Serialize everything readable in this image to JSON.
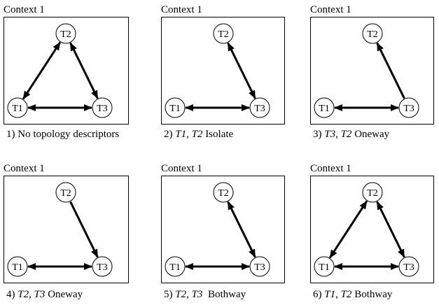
{
  "figure": {
    "panels": [
      {
        "context_label": "Context 1",
        "caption_parts": [
          {
            "text": "1) No topology descriptors",
            "italic": false
          }
        ],
        "nodes": [
          "T1",
          "T2",
          "T3"
        ],
        "edges": [
          {
            "from": "T1",
            "to": "T2",
            "direction": "both"
          },
          {
            "from": "T2",
            "to": "T3",
            "direction": "both"
          },
          {
            "from": "T1",
            "to": "T3",
            "direction": "both"
          }
        ]
      },
      {
        "context_label": "Context 1",
        "caption_parts": [
          {
            "text": "2) ",
            "italic": false
          },
          {
            "text": "T1",
            "italic": true
          },
          {
            "text": ", ",
            "italic": false
          },
          {
            "text": "T2",
            "italic": true
          },
          {
            "text": " Isolate",
            "italic": false
          }
        ],
        "nodes": [
          "T1",
          "T2",
          "T3"
        ],
        "edges": [
          {
            "from": "T2",
            "to": "T3",
            "direction": "both"
          },
          {
            "from": "T1",
            "to": "T3",
            "direction": "both"
          }
        ]
      },
      {
        "context_label": "Context 1",
        "caption_parts": [
          {
            "text": "3) ",
            "italic": false
          },
          {
            "text": "T3",
            "italic": true
          },
          {
            "text": ", ",
            "italic": false
          },
          {
            "text": "T2",
            "italic": true
          },
          {
            "text": " Oneway",
            "italic": false
          }
        ],
        "nodes": [
          "T1",
          "T2",
          "T3"
        ],
        "edges": [
          {
            "from": "T3",
            "to": "T2",
            "direction": "forward"
          },
          {
            "from": "T1",
            "to": "T3",
            "direction": "both"
          }
        ]
      },
      {
        "context_label": "Context 1",
        "caption_parts": [
          {
            "text": "4) ",
            "italic": false
          },
          {
            "text": "T2",
            "italic": true
          },
          {
            "text": ", ",
            "italic": false
          },
          {
            "text": "T3",
            "italic": true
          },
          {
            "text": " Oneway",
            "italic": false
          }
        ],
        "nodes": [
          "T1",
          "T2",
          "T3"
        ],
        "edges": [
          {
            "from": "T2",
            "to": "T3",
            "direction": "forward"
          },
          {
            "from": "T1",
            "to": "T3",
            "direction": "both"
          }
        ]
      },
      {
        "context_label": "Context 1",
        "caption_parts": [
          {
            "text": "5) ",
            "italic": false
          },
          {
            "text": "T2",
            "italic": true
          },
          {
            "text": ", ",
            "italic": false
          },
          {
            "text": "T3",
            "italic": true
          },
          {
            "text": "  Bothway",
            "italic": false
          }
        ],
        "nodes": [
          "T1",
          "T2",
          "T3"
        ],
        "edges": [
          {
            "from": "T2",
            "to": "T3",
            "direction": "both"
          },
          {
            "from": "T1",
            "to": "T3",
            "direction": "both"
          }
        ]
      },
      {
        "context_label": "Context 1",
        "caption_parts": [
          {
            "text": "6) ",
            "italic": false
          },
          {
            "text": "T1",
            "italic": true
          },
          {
            "text": ", ",
            "italic": false
          },
          {
            "text": "T2",
            "italic": true
          },
          {
            "text": " Bothway",
            "italic": false
          }
        ],
        "nodes": [
          "T1",
          "T2",
          "T3"
        ],
        "edges": [
          {
            "from": "T1",
            "to": "T2",
            "direction": "both"
          },
          {
            "from": "T2",
            "to": "T3",
            "direction": "both"
          },
          {
            "from": "T1",
            "to": "T3",
            "direction": "both"
          }
        ]
      }
    ]
  }
}
